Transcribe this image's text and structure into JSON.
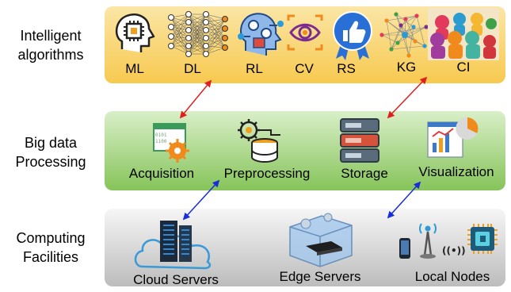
{
  "layers": {
    "ai": {
      "label_line1": "Intelligent",
      "label_line2": "algorithms",
      "items": [
        "ML",
        "DL",
        "RL",
        "CV",
        "RS",
        "KG",
        "CI"
      ]
    },
    "bigdata": {
      "label_line1": "Big data",
      "label_line2": "Processing",
      "items": [
        "Acquisition",
        "Preprocessing",
        "Storage",
        "Visualization"
      ]
    },
    "computing": {
      "label_line1": "Computing",
      "label_line2": "Facilities",
      "items": [
        "Cloud Servers",
        "Edge Servers",
        "Local Nodes"
      ]
    }
  },
  "colors": {
    "ai_band": "#f7c94f",
    "bigdata_band": "#86c45a",
    "computing_band": "#bcbcbc",
    "arrow_top": "#e0201e",
    "arrow_bottom": "#1a2ed8"
  },
  "icons": [
    "chip-head-icon",
    "neural-net-icon",
    "robot-head-icon",
    "eye-icon",
    "thumbs-up-icon",
    "graph-network-icon",
    "crowd-icon",
    "data-acquisition-icon",
    "gear-database-icon",
    "storage-server-icon",
    "dashboard-chart-icon",
    "cloud-server-icon",
    "edge-box-icon",
    "phone-antenna-chip-icon"
  ]
}
